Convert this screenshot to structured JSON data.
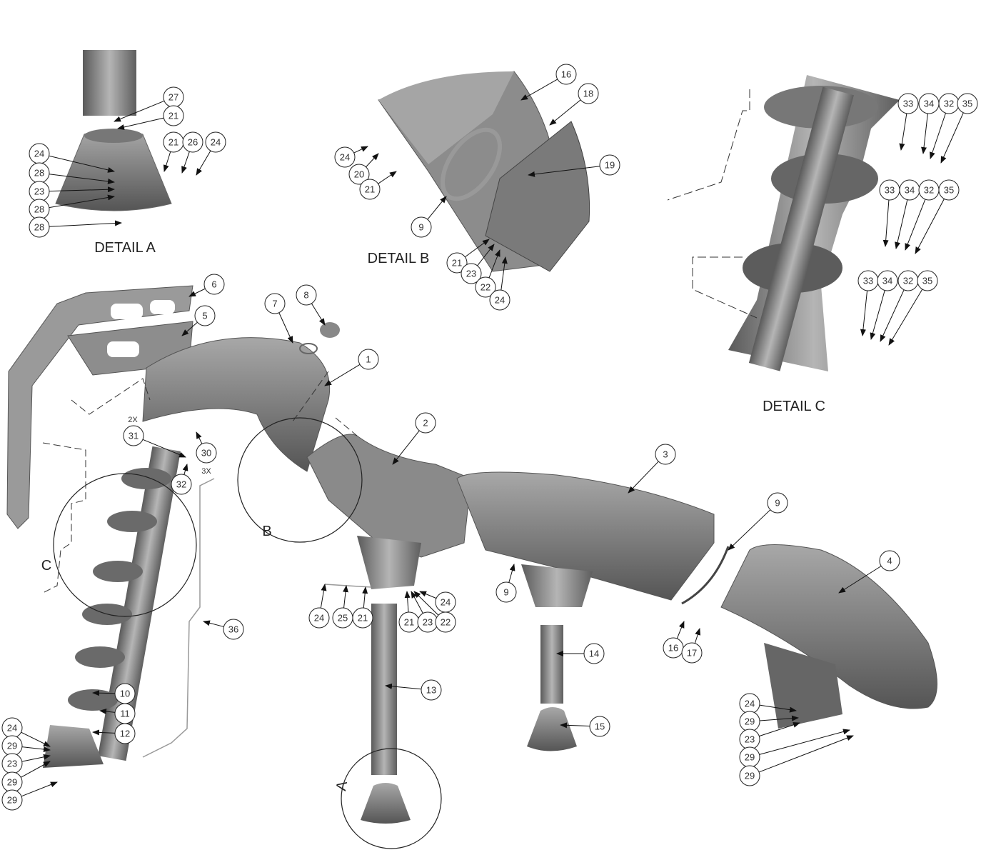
{
  "detail_labels": {
    "a": "DETAIL A",
    "b": "DETAIL B",
    "c": "DETAIL C"
  },
  "section_letters": {
    "a": "A",
    "b": "B",
    "c": "C"
  },
  "multipliers": {
    "two_x": "2X",
    "three_x": "3X"
  },
  "balloons": {
    "detail_a": [
      "27",
      "21",
      "21",
      "26",
      "24",
      "24",
      "28",
      "23",
      "28",
      "28"
    ],
    "detail_b": [
      "16",
      "18",
      "24",
      "20",
      "21",
      "19",
      "9",
      "21",
      "23",
      "22",
      "24"
    ],
    "detail_c": [
      "33",
      "34",
      "32",
      "35",
      "33",
      "34",
      "32",
      "35",
      "33",
      "34",
      "32",
      "35"
    ],
    "main": [
      "6",
      "5",
      "7",
      "8",
      "1",
      "2",
      "3",
      "9",
      "4",
      "31",
      "30",
      "32",
      "36",
      "10",
      "11",
      "12",
      "24",
      "25",
      "21",
      "21",
      "23",
      "22",
      "24",
      "9",
      "13",
      "14",
      "15",
      "16",
      "17",
      "24",
      "29",
      "23",
      "29",
      "29",
      "24",
      "29",
      "23",
      "29",
      "29"
    ]
  },
  "colors": {
    "part": "#8a8a8a",
    "part_dark": "#555555",
    "part_light": "#c4c4c4",
    "line": "#222222"
  }
}
